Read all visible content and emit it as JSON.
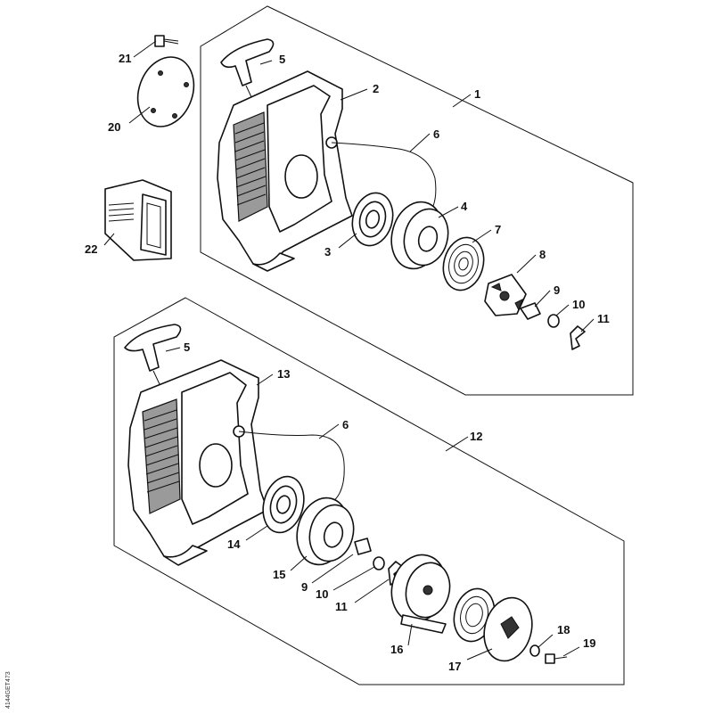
{
  "callouts": [
    {
      "id": "c21a",
      "text": "21"
    },
    {
      "id": "c5a",
      "text": "5"
    },
    {
      "id": "c2",
      "text": "2"
    },
    {
      "id": "c1",
      "text": "1"
    },
    {
      "id": "c20",
      "text": "20"
    },
    {
      "id": "c6a",
      "text": "6"
    },
    {
      "id": "c4",
      "text": "4"
    },
    {
      "id": "c7",
      "text": "7"
    },
    {
      "id": "c3",
      "text": "3"
    },
    {
      "id": "c22",
      "text": "22"
    },
    {
      "id": "c8",
      "text": "8"
    },
    {
      "id": "c9a",
      "text": "9"
    },
    {
      "id": "c10a",
      "text": "10"
    },
    {
      "id": "c11a",
      "text": "11"
    },
    {
      "id": "c5b",
      "text": "5"
    },
    {
      "id": "c13",
      "text": "13"
    },
    {
      "id": "c6b",
      "text": "6"
    },
    {
      "id": "c12",
      "text": "12"
    },
    {
      "id": "c14",
      "text": "14"
    },
    {
      "id": "c15",
      "text": "15"
    },
    {
      "id": "c9b",
      "text": "9"
    },
    {
      "id": "c10b",
      "text": "10"
    },
    {
      "id": "c11b",
      "text": "11"
    },
    {
      "id": "c16",
      "text": "16"
    },
    {
      "id": "c18",
      "text": "18"
    },
    {
      "id": "c19",
      "text": "19"
    },
    {
      "id": "c17",
      "text": "17"
    }
  ],
  "side_code": "4144GET473"
}
